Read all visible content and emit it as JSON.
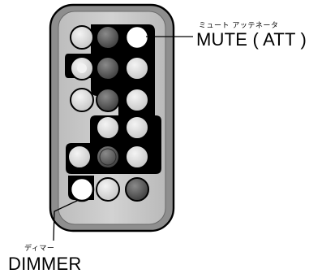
{
  "labels": {
    "mute": {
      "reading": "ミュート アッテネータ",
      "text": "MUTE ( ATT )"
    },
    "dimmer": {
      "reading": "ディマー",
      "text": "DIMMER"
    }
  },
  "remote": {
    "body_color": "#c8c8c8",
    "panel_color": "#000000",
    "buttons": [
      {
        "name": "button-r1c1",
        "color": "light"
      },
      {
        "name": "button-r1c2",
        "color": "dark"
      },
      {
        "name": "mute-button",
        "color": "white"
      },
      {
        "name": "button-r2c1",
        "color": "light"
      },
      {
        "name": "button-r2c2",
        "color": "dark"
      },
      {
        "name": "button-r2c3",
        "color": "light"
      },
      {
        "name": "button-r3c1",
        "color": "light"
      },
      {
        "name": "button-r3c2",
        "color": "dark"
      },
      {
        "name": "button-r3c3",
        "color": "light"
      },
      {
        "name": "dpad-up-left-button",
        "color": "light"
      },
      {
        "name": "dpad-up-right-button",
        "color": "light"
      },
      {
        "name": "dpad-left-button",
        "color": "light"
      },
      {
        "name": "dpad-center-button",
        "color": "dark"
      },
      {
        "name": "dpad-right-button",
        "color": "light"
      },
      {
        "name": "dimmer-button",
        "color": "white"
      },
      {
        "name": "button-r6c2",
        "color": "light"
      },
      {
        "name": "button-r6c3",
        "color": "dark"
      }
    ]
  },
  "colors": {
    "light": "#e2e2e2",
    "dark": "#5a5a5a",
    "white": "#ffffff",
    "outline": "#000000"
  }
}
